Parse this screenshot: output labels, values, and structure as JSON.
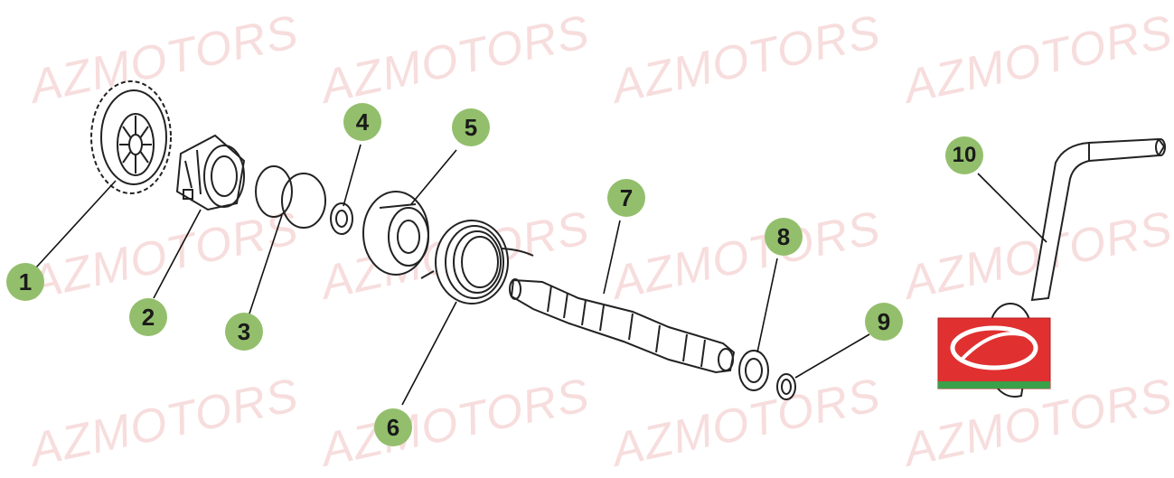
{
  "watermark": {
    "text": "AZMOTORS"
  },
  "callouts": [
    {
      "id": "1",
      "label": "1"
    },
    {
      "id": "2",
      "label": "2"
    },
    {
      "id": "3",
      "label": "3"
    },
    {
      "id": "4",
      "label": "4"
    },
    {
      "id": "5",
      "label": "5"
    },
    {
      "id": "6",
      "label": "6"
    },
    {
      "id": "7",
      "label": "7"
    },
    {
      "id": "8",
      "label": "8"
    },
    {
      "id": "9",
      "label": "9"
    },
    {
      "id": "10",
      "label": "10"
    }
  ],
  "colors": {
    "callout_fill": "#93bf6c",
    "watermark": "#e69696",
    "logo_red": "#e03030"
  }
}
